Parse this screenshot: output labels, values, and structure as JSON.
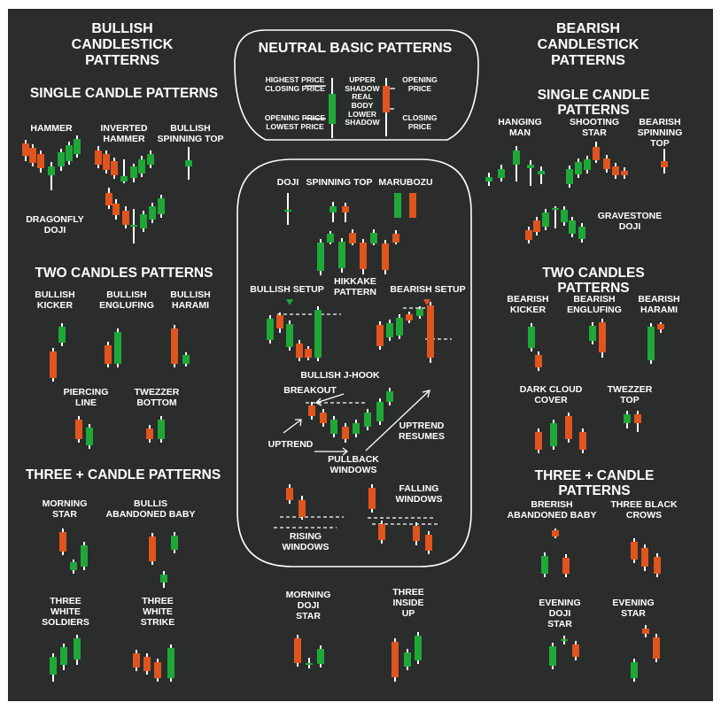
{
  "colors": {
    "background": "#2a2d2c",
    "bull": "#1fa838",
    "bear": "#e0541e",
    "text": "#ffffff"
  },
  "bullish": {
    "title": "BULLISH\nCANDLESTICK\nPATTERNS",
    "single_title": "SINGLE CANDLE PATTERNS",
    "hammer": "HAMMER",
    "inverted_hammer": "INVERTED\nHAMMER",
    "spinning_top": "BULLISH\nSPINNING TOP",
    "dragonfly": "DRAGONFLY\nDOJI",
    "two_title": "TWO CANDLES PATTERNS",
    "kicker": "BULLISH\nKICKER",
    "engulfing": "BULLISH\nENGLUFING",
    "harami": "BULLISH\nHARAMI",
    "piercing": "PIERCING\nLINE",
    "tweezer": "TWEZZER\nBOTTOM",
    "three_title": "THREE + CANDLE PATTERNS",
    "morning_star": "MORNING\nSTAR",
    "abandoned": "BULLIS\nABANDONED BABY",
    "white_soldiers": "THREE\nWHITE\nSOLDIERS",
    "white_strike": "THREE\nWHITE\nSTRIKE"
  },
  "neutral": {
    "title": "NEUTRAL BASIC PATTERNS",
    "highest": "HIGHEST PRICE\nCLOSING PRICE",
    "lowest": "OPENING PRICE\nLOWEST PRICE",
    "anatomy": "UPPER\nSHADOW\nREAL\nBODY\nLOWER\nSHADOW",
    "opening": "OPENING\nPRICE",
    "closing": "CLOSING\nPRICE",
    "doji": "DOJI",
    "spinning_top": "SPINNING TOP",
    "marubozu": "MARUBOZU",
    "bullish_setup": "BULLISH SETUP",
    "hikkake": "HIKKAKE\nPATTERN",
    "bearish_setup": "BEARISH SETUP",
    "jhook": "BULLISH J-HOOK",
    "breakout": "BREAKOUT",
    "uptrend": "UPTREND",
    "uptrend_resumes": "UPTREND\nRESUMES",
    "pullback": "PULLBACK\nWINDOWS",
    "falling": "FALLING\nWINDOWS",
    "rising": "RISING\nWINDOWS",
    "morning_doji": "MORNING\nDOJI\nSTAR",
    "three_inside": "THREE\nINSIDE\nUP"
  },
  "bearish": {
    "title": "BEARISH\nCANDLESTICK\nPATTERNS",
    "single_title": "SINGLE CANDLE PATTERNS",
    "hanging": "HANGING\nMAN",
    "shooting": "SHOOTING\nSTAR",
    "spinning_top": "BEARISH\nSPINNING TOP",
    "gravestone": "GRAVESTONE\nDOJI",
    "two_title": "TWO CANDLES PATTERNS",
    "kicker": "BEARISH\nKICKER",
    "engulfing": "BEARISH\nENGLUFING",
    "harami": "BEARISH\nHARAMI",
    "dark_cloud": "DARK CLOUD\nCOVER",
    "tweezer": "TWEZZER\nTOP",
    "three_title": "THREE + CANDLE PATTERNS",
    "abandoned": "BRERISH\nABANDONED BABY",
    "black_crows": "THREE BLACK\nCROWS",
    "evening_doji": "EVENING\nDOJI\nSTAR",
    "evening_star": "EVENING\nSTAR"
  }
}
